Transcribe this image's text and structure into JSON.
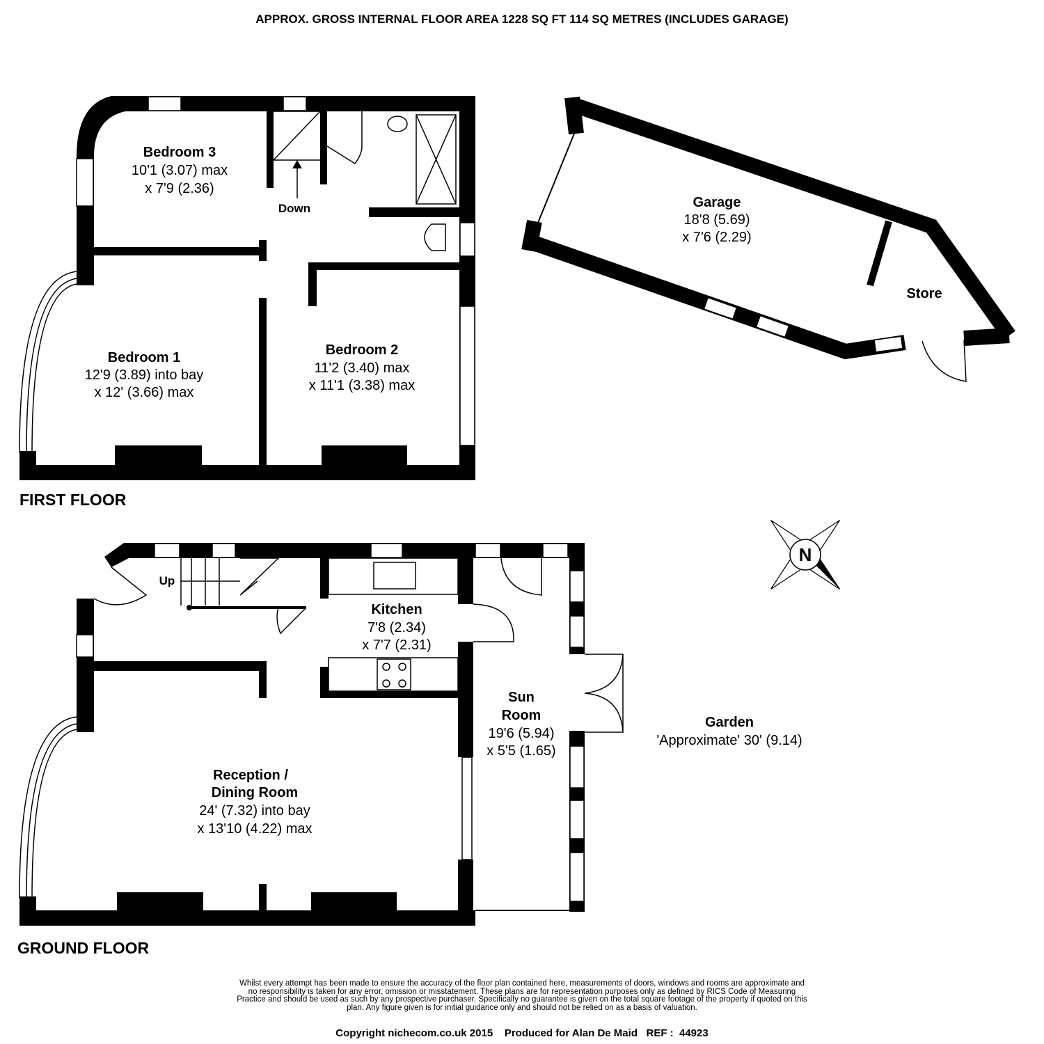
{
  "header": "APPROX. GROSS INTERNAL FLOOR AREA 1228 SQ FT 114 SQ METRES (INCLUDES GARAGE)",
  "first_floor": {
    "label": "FIRST FLOOR",
    "bedroom3": {
      "name": "Bedroom 3",
      "dim1": "10'1 (3.07) max",
      "dim2": "x 7'9 (2.36)"
    },
    "bedroom1": {
      "name": "Bedroom 1",
      "dim1": "12'9 (3.89) into bay",
      "dim2": "x 12' (3.66) max"
    },
    "bedroom2": {
      "name": "Bedroom 2",
      "dim1": "11'2 (3.40) max",
      "dim2": "x 11'1 (3.38) max"
    },
    "stairs": "Down"
  },
  "garage": {
    "name": "Garage",
    "dim1": "18'8 (5.69)",
    "dim2": "x 7'6 (2.29)",
    "store": "Store"
  },
  "ground_floor": {
    "label": "GROUND FLOOR",
    "stairs": "Up",
    "kitchen": {
      "name": "Kitchen",
      "dim1": "7'8 (2.34)",
      "dim2": "x 7'7 (2.31)"
    },
    "sunroom": {
      "name1": "Sun",
      "name2": "Room",
      "dim1": "19'6 (5.94)",
      "dim2": "x 5'5 (1.65)"
    },
    "reception": {
      "name1": "Reception /",
      "name2": "Dining Room",
      "dim1": "24' (7.32) into bay",
      "dim2": "x 13'10 (4.22) max"
    },
    "garden": {
      "name": "Garden",
      "dim": "'Approximate' 30' (9.14)"
    }
  },
  "compass": {
    "letter": "N"
  },
  "disclaimer": "Whilst every attempt has been made to ensure the accuracy of the floor plan contained here, measurements of doors, windows and rooms are approximate and no responsibility is taken for any error, omission or misstatement. These plans are for representation purposes only as defined by RICS Code of Measuring Practice and should be used as such by any prospective purchaser.  Specifically no guarantee is given on the total square footage of the property if quoted on this plan. Any figure given is for initial guidance only and should not be relied on as a basis of valuation.",
  "copyright": "Copyright nichecom.co.uk 2015    Produced for Alan De Maid   REF :  44923"
}
